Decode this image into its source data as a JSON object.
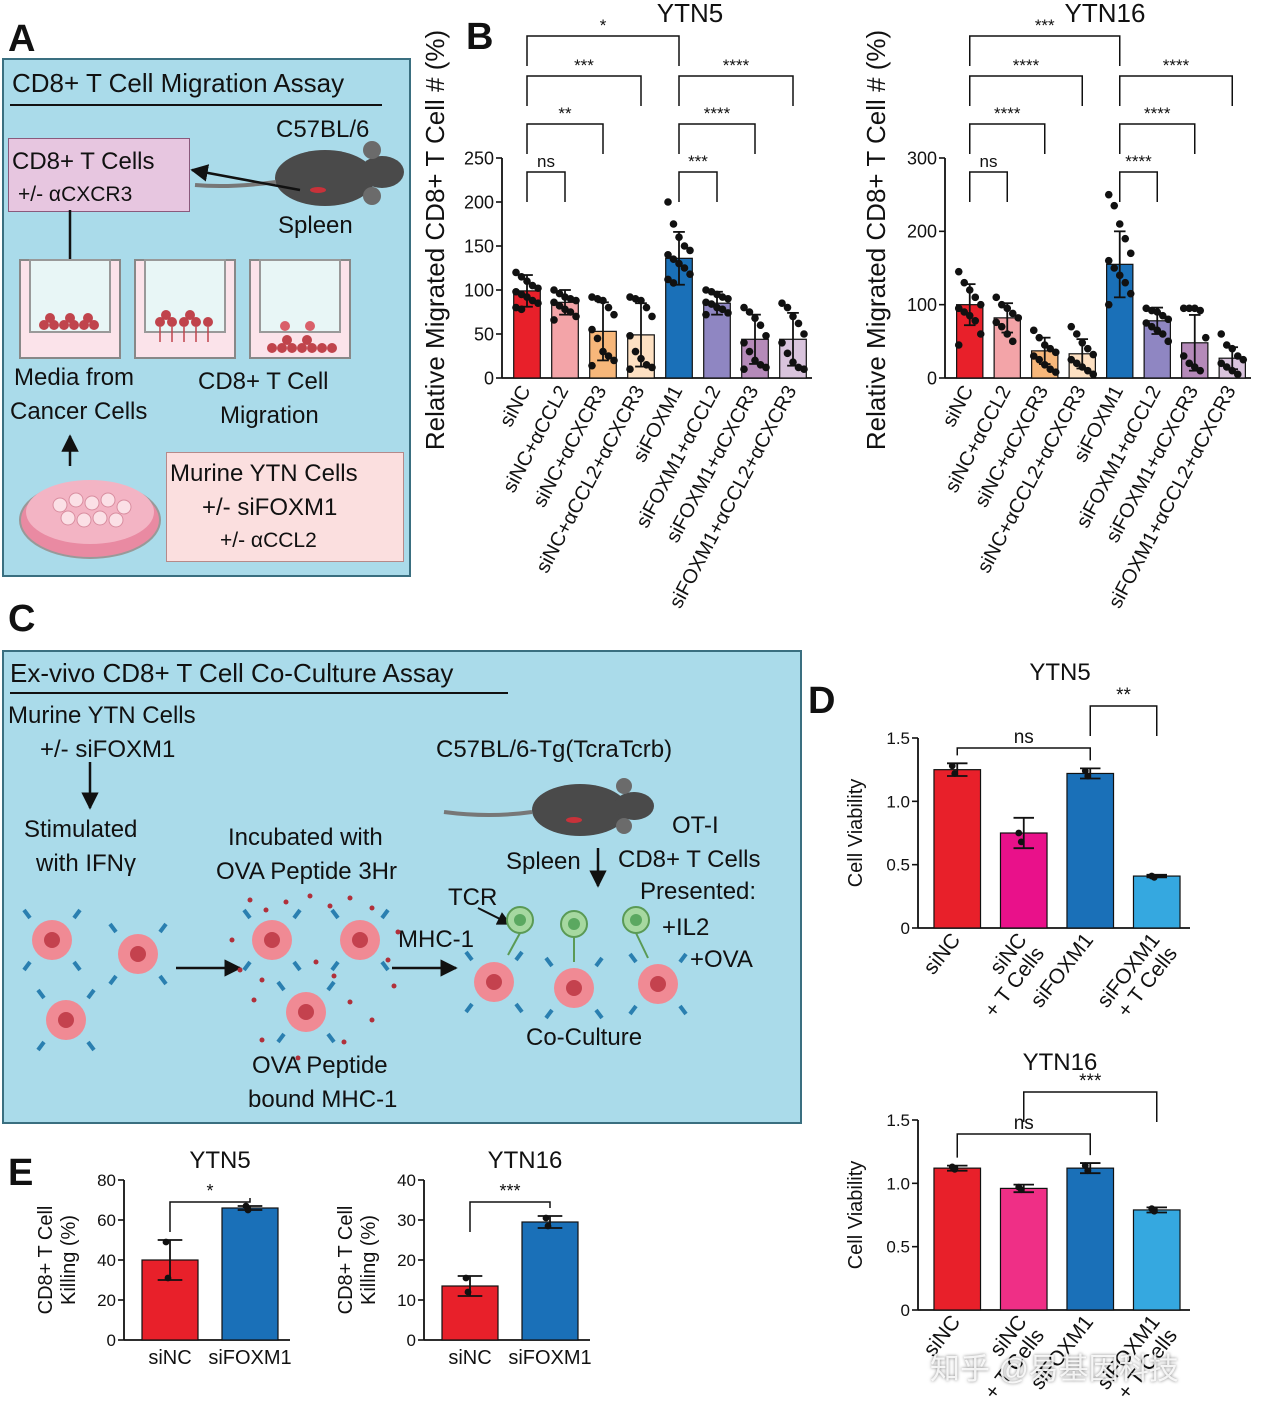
{
  "panels": {
    "A": "A",
    "B": "B",
    "C": "C",
    "D": "D",
    "E": "E"
  },
  "panelA": {
    "title": "CD8+ T Cell Migration Assay",
    "mouse": "C57BL/6",
    "spleen": "Spleen",
    "tcells_line1": "CD8+ T Cells",
    "tcells_line2": "+/- αCXCR3",
    "media_line1": "Media from",
    "media_line2": "Cancer Cells",
    "migration_line1": "CD8+ T Cell",
    "migration_line2": "Migration",
    "ytn_line1": "Murine YTN Cells",
    "ytn_line2": "+/- siFOXM1",
    "ytn_line3": "+/- αCCL2"
  },
  "panelC": {
    "title": "Ex-vivo CD8+ T Cell Co-Culture Assay",
    "ytn_line1": "Murine YTN Cells",
    "ytn_line2": "+/- siFOXM1",
    "stim_line1": "Stimulated",
    "stim_line2": "with IFNγ",
    "incub_line1": "Incubated with",
    "incub_line2": "OVA Peptide 3Hr",
    "mouse": "C57BL/6-Tg(TcraTcrb)",
    "spleen": "Spleen",
    "ot1_line1": "OT-I",
    "ot1_line2": "CD8+ T Cells",
    "ot1_line3": "Presented:",
    "il2": "+IL2",
    "ova": "+OVA",
    "tcr": "TCR",
    "mhc": "MHC-1",
    "coculture": "Co-Culture",
    "ovabound_line1": "OVA Peptide",
    "ovabound_line2": "bound MHC-1"
  },
  "colors": {
    "red": "#e8202a",
    "pink": "#f3a4a8",
    "orange": "#f7b77a",
    "peach": "#fde0c2",
    "blue": "#1a70b8",
    "purple": "#8f86c2",
    "mauve": "#b58ab9",
    "lavender": "#d9c4dd",
    "magenta": "#e9118a",
    "rose": "#ef2f86",
    "lightblue": "#35a8e0"
  },
  "watermark": "知乎 @易基因科技",
  "chart_data": [
    {
      "id": "B_YTN5",
      "type": "bar",
      "title": "YTN5",
      "ylabel": "Relative Migrated CD8+ T Cell # (%)",
      "ylim": [
        0,
        250
      ],
      "yticks": [
        0,
        50,
        100,
        150,
        200,
        250
      ],
      "categories": [
        "siNC",
        "siNC+αCCL2",
        "siNC+αCXCR3",
        "siNC+αCCL2+αCXCR3",
        "siFOXM1",
        "siFOXM1+αCCL2",
        "siFOXM1+αCXCR3",
        "siFOXM1+αCCL2+αCXCR3"
      ],
      "values": [
        99,
        86,
        53,
        49,
        136,
        85,
        44,
        44
      ],
      "errors": [
        18,
        14,
        33,
        36,
        30,
        13,
        28,
        30
      ],
      "colors": [
        "#e8202a",
        "#f3a4a8",
        "#f7b77a",
        "#fde0c2",
        "#1a70b8",
        "#8f86c2",
        "#b58ab9",
        "#d9c4dd"
      ],
      "points": [
        [
          120,
          115,
          110,
          105,
          102,
          98,
          95,
          92,
          88,
          85,
          80,
          78
        ],
        [
          100,
          96,
          92,
          90,
          88,
          86,
          82,
          78,
          75,
          70,
          66
        ],
        [
          92,
          90,
          88,
          80,
          72,
          55,
          45,
          30,
          25,
          20,
          14
        ],
        [
          92,
          90,
          88,
          80,
          70,
          48,
          30,
          22,
          15,
          12,
          10
        ],
        [
          200,
          175,
          160,
          150,
          145,
          140,
          135,
          130,
          125,
          118,
          112,
          108
        ],
        [
          100,
          98,
          95,
          92,
          90,
          86,
          84,
          80,
          78,
          74,
          72
        ],
        [
          80,
          75,
          68,
          60,
          48,
          40,
          30,
          20,
          15,
          12,
          10
        ],
        [
          85,
          80,
          70,
          62,
          50,
          40,
          28,
          18,
          12,
          10
        ]
      ],
      "comparisons": [
        {
          "from": 0,
          "to": 1,
          "label": "ns"
        },
        {
          "from": 0,
          "to": 2,
          "label": "**"
        },
        {
          "from": 0,
          "to": 3,
          "label": "***"
        },
        {
          "from": 0,
          "to": 4,
          "label": "*"
        },
        {
          "from": 4,
          "to": 5,
          "label": "***"
        },
        {
          "from": 4,
          "to": 6,
          "label": "****"
        },
        {
          "from": 4,
          "to": 7,
          "label": "****"
        }
      ]
    },
    {
      "id": "B_YTN16",
      "type": "bar",
      "title": "YTN16",
      "ylabel": "Relative Migrated CD8+ T Cell # (%)",
      "ylim": [
        0,
        300
      ],
      "yticks": [
        0,
        100,
        200,
        300
      ],
      "categories": [
        "siNC",
        "siNC+αCCL2",
        "siNC+αCXCR3",
        "siNC+αCCL2+αCXCR3",
        "siFOXM1",
        "siFOXM1+αCCL2",
        "siFOXM1+αCXCR3",
        "siFOXM1+αCCL2+αCXCR3"
      ],
      "values": [
        100,
        82,
        37,
        33,
        155,
        78,
        48,
        27
      ],
      "errors": [
        28,
        20,
        18,
        20,
        45,
        18,
        38,
        15
      ],
      "colors": [
        "#e8202a",
        "#f3a4a8",
        "#f7b77a",
        "#fde0c2",
        "#1a70b8",
        "#8f86c2",
        "#b58ab9",
        "#d9c4dd"
      ],
      "points": [
        [
          145,
          130,
          120,
          110,
          100,
          95,
          90,
          85,
          78,
          60,
          45
        ],
        [
          110,
          100,
          95,
          88,
          82,
          76,
          70,
          60,
          50
        ],
        [
          65,
          55,
          45,
          40,
          35,
          30,
          25,
          18,
          12,
          8
        ],
        [
          70,
          60,
          48,
          40,
          32,
          25,
          20,
          15,
          10,
          5
        ],
        [
          250,
          235,
          210,
          190,
          170,
          160,
          150,
          140,
          130,
          115,
          100
        ],
        [
          95,
          92,
          90,
          85,
          80,
          75,
          70,
          65,
          60,
          50
        ],
        [
          95,
          95,
          95,
          92,
          55,
          30,
          20,
          15,
          10
        ],
        [
          60,
          45,
          40,
          30,
          25,
          20,
          15,
          10,
          5
        ]
      ],
      "comparisons": [
        {
          "from": 0,
          "to": 1,
          "label": "ns"
        },
        {
          "from": 0,
          "to": 2,
          "label": "****"
        },
        {
          "from": 0,
          "to": 3,
          "label": "****"
        },
        {
          "from": 0,
          "to": 4,
          "label": "***"
        },
        {
          "from": 4,
          "to": 5,
          "label": "****"
        },
        {
          "from": 4,
          "to": 6,
          "label": "****"
        },
        {
          "from": 4,
          "to": 7,
          "label": "****"
        }
      ]
    },
    {
      "id": "D_YTN5",
      "type": "bar",
      "title": "YTN5",
      "ylabel": "Cell Viability",
      "ylim": [
        0,
        1.5
      ],
      "yticks": [
        "0",
        "0.5",
        "1.0",
        "1.5"
      ],
      "ytick_values": [
        0,
        0.5,
        1.0,
        1.5
      ],
      "categories": [
        "siNC",
        "siNC\n+ T Cells",
        "siFOXM1",
        "siFOXM1\n+ T Cells"
      ],
      "values": [
        1.25,
        0.75,
        1.22,
        0.41
      ],
      "errors": [
        0.05,
        0.12,
        0.04,
        0.01
      ],
      "colors": [
        "#e8202a",
        "#e9118a",
        "#1a70b8",
        "#35a8e0"
      ],
      "points": [
        [
          1.28,
          1.22
        ],
        [
          0.75,
          0.68
        ],
        [
          1.24,
          1.2
        ],
        [
          0.41,
          0.4
        ]
      ],
      "comparisons": [
        {
          "from": 0,
          "to": 2,
          "label": "ns"
        },
        {
          "from": 2,
          "to": 3,
          "label": "**",
          "mid": 1.5
        }
      ]
    },
    {
      "id": "D_YTN16",
      "type": "bar",
      "title": "YTN16",
      "ylabel": "Cell Viability",
      "ylim": [
        0,
        1.5
      ],
      "yticks": [
        "0",
        "0.5",
        "1.0",
        "1.5"
      ],
      "ytick_values": [
        0,
        0.5,
        1.0,
        1.5
      ],
      "categories": [
        "siNC",
        "siNC\n+ T Cells",
        "siFOXM1",
        "siFOXM1\n+ T Cells"
      ],
      "values": [
        1.12,
        0.96,
        1.12,
        0.79
      ],
      "errors": [
        0.02,
        0.03,
        0.04,
        0.02
      ],
      "colors": [
        "#e8202a",
        "#ef2f86",
        "#1a70b8",
        "#35a8e0"
      ],
      "points": [
        [
          1.13,
          1.11
        ],
        [
          0.97,
          0.95
        ],
        [
          1.14,
          1.1
        ],
        [
          0.8,
          0.78
        ]
      ],
      "comparisons": [
        {
          "from": 0,
          "to": 2,
          "label": "ns"
        },
        {
          "from": 1,
          "to": 3,
          "label": "***"
        }
      ]
    },
    {
      "id": "E_YTN5",
      "type": "bar",
      "title": "YTN5",
      "ylabel": "CD8+ T Cell Killing (%)",
      "ylim": [
        0,
        80
      ],
      "yticks": [
        0,
        20,
        40,
        60,
        80
      ],
      "categories": [
        "siNC",
        "siFOXM1"
      ],
      "values": [
        40,
        66
      ],
      "errors": [
        10,
        1
      ],
      "colors": [
        "#e8202a",
        "#1a70b8"
      ],
      "points": [
        [
          49,
          31
        ],
        [
          67,
          65
        ]
      ],
      "comparisons": [
        {
          "from": 0,
          "to": 1,
          "label": "*"
        }
      ]
    },
    {
      "id": "E_YTN16",
      "type": "bar",
      "title": "YTN16",
      "ylabel": "CD8+ T Cell Killing (%)",
      "ylim": [
        0,
        40
      ],
      "yticks": [
        0,
        10,
        20,
        30,
        40
      ],
      "categories": [
        "siNC",
        "siFOXM1"
      ],
      "values": [
        13.5,
        29.5
      ],
      "errors": [
        2.5,
        1.5
      ],
      "colors": [
        "#e8202a",
        "#1a70b8"
      ],
      "points": [
        [
          15.5,
          12
        ],
        [
          30.5,
          28.5
        ]
      ],
      "comparisons": [
        {
          "from": 0,
          "to": 1,
          "label": "***"
        }
      ]
    }
  ]
}
